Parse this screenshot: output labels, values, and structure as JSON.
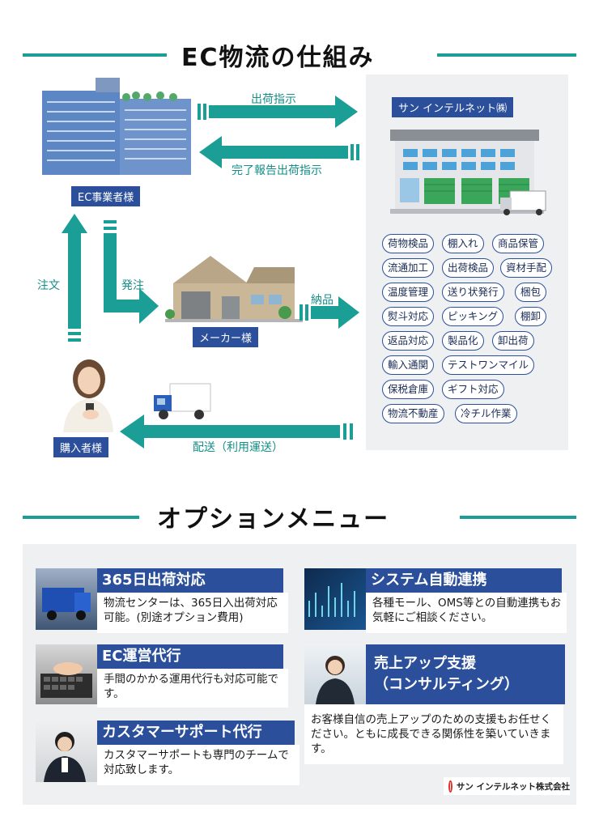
{
  "header1": {
    "title": "EC物流の仕組み"
  },
  "flow": {
    "ec_business": "EC事業者様",
    "shipping_instruction": "出荷指示",
    "completion_report": "完了報告出荷指示",
    "order_label": "注文",
    "purchase_order_label": "発注",
    "maker": "メーカー様",
    "delivery_label": "納品",
    "buyer": "購入者様",
    "shipping_label": "配送（利用運送）",
    "company": "サン インテルネット㈱"
  },
  "services": [
    "荷物検品",
    "棚入れ",
    "商品保管",
    "流通加工",
    "出荷検品",
    "資材手配",
    "温度管理",
    "送り状発行",
    "梱包",
    "熨斗対応",
    "ピッキング",
    "棚卸",
    "返品対応",
    "製品化",
    "卸出荷",
    "輸入通関",
    "テストワンマイル",
    "保税倉庫",
    "ギフト対応",
    "物流不動産",
    "冷チル作業"
  ],
  "header2": {
    "title": "オプションメニュー"
  },
  "options": [
    {
      "title": "365日出荷対応",
      "body": "物流センターは、365日入出荷対応可能。(別途オプション費用)"
    },
    {
      "title": "システム自動連携",
      "body": "各種モール、OMS等との自動連携もお気軽にご相談ください。"
    },
    {
      "title": "EC運営代行",
      "body": "手間のかかる運用代行も対応可能です。"
    },
    {
      "title": "売上アップ支援",
      "title2": "（コンサルティング）",
      "body": "お客様自信の売上アップのための支援もお任せください。ともに成長できる関係性を築いていきます。"
    },
    {
      "title": "カスタマーサポート代行",
      "body": "カスタマーサポートも専門のチームで対応致します。"
    }
  ],
  "footer": {
    "logo_text": "サン インテルネット株式会社"
  },
  "colors": {
    "teal": "#1a9e95",
    "navy": "#2b4f9a",
    "panel": "#eef0f2"
  }
}
